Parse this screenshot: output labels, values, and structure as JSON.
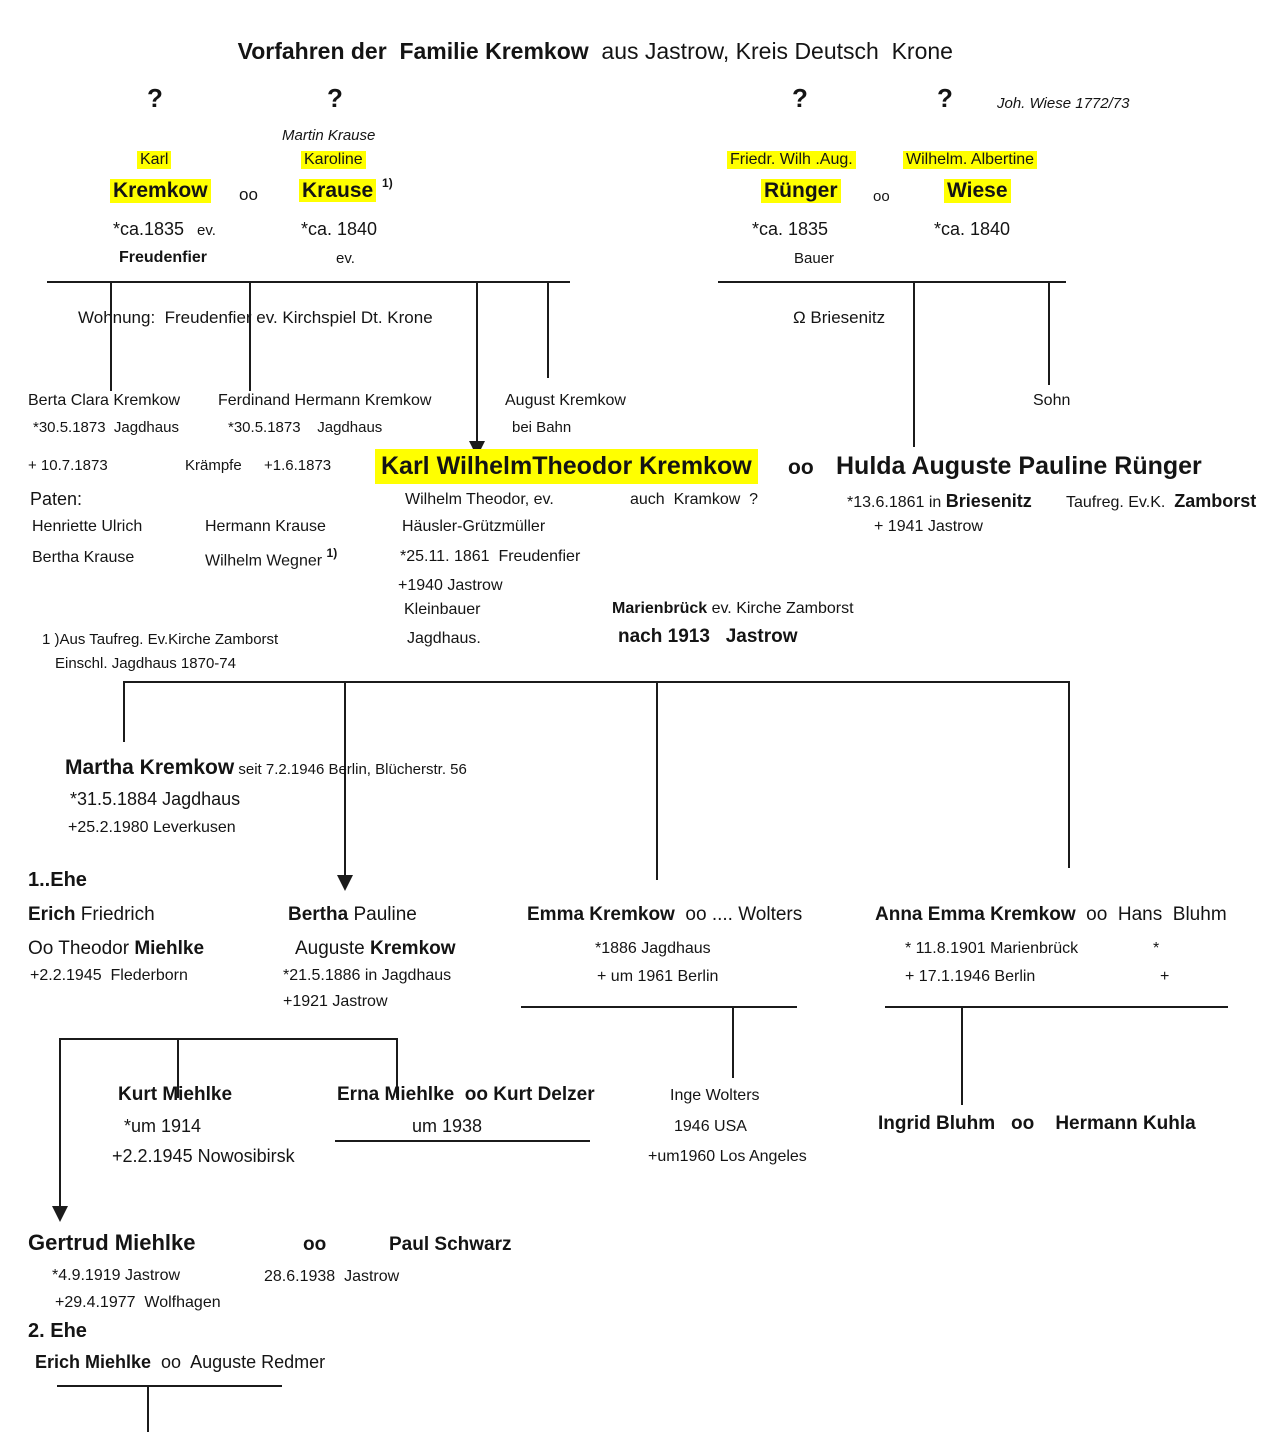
{
  "title": {
    "main": "Vorfahren der  Familie Kremkow",
    "suffix": "  aus Jastrow, Kreis Deutsch  Krone"
  },
  "left_family": {
    "unknown_father": "?",
    "unknown_mother": "?",
    "mother_note": "Martin Krause",
    "husband_given": "Karl",
    "husband_surname": "Kremkow",
    "oo": "oo",
    "wife_given": "Karoline",
    "wife_surname": "Krause",
    "footnote_ref": "1)",
    "husband_birth": "*ca.1835",
    "husband_rel": "ev.",
    "wife_birth": "*ca. 1840",
    "husband_place": "Freudenfier",
    "wife_rel": "ev.",
    "residence": "Wohnung:  Freudenfier ev. Kirchspiel Dt. Krone"
  },
  "right_family": {
    "unknown_father": "?",
    "unknown_mother": "?",
    "note": "Joh. Wiese 1772/73",
    "husband_given": "Friedr. Wilh .Aug.",
    "husband_surname": "Rünger",
    "oo": "oo",
    "wife_given": "Wilhelm. Albertine",
    "wife_surname": "Wiese",
    "husband_birth": "*ca. 1835",
    "wife_birth": "*ca. 1840",
    "husband_occupation": "Bauer",
    "residence": "Ω Briesenitz"
  },
  "children_row": {
    "berta_name": "Berta Clara Kremkow",
    "berta_birth": "*30.5.1873  Jagdhaus",
    "berta_death": "+ 10.7.1873",
    "ferdinand_name": "Ferdinand Hermann Kremkow",
    "ferdinand_birth": "*30.5.1873    Jagdhaus",
    "ferdinand_cause": "Krämpfe",
    "ferdinand_death": "+1.6.1873",
    "august_name": "August Kremkow",
    "august_note": "bei Bahn",
    "sohn": "Sohn"
  },
  "marriage": {
    "husband": "Karl WilhelmTheodor Kremkow",
    "oo": "oo",
    "wife": "Hulda Auguste Pauline Rünger"
  },
  "karl_details": {
    "line1": "Wilhelm Theodor, ev.",
    "alias": "auch  Kramkow  ?",
    "line2": "Häusler-Grützmüller",
    "birth": "*25.11. 1861  Freudenfier",
    "death": "+1940 Jastrow",
    "occupation": "Kleinbauer",
    "place": "Jagdhaus."
  },
  "hulda_details": {
    "birth_prefix": "*13.6.1861 in ",
    "birth_place": "Briesenitz",
    "taufreg_prefix": "Taufreg. Ev.K.  ",
    "taufreg_place": "Zamborst",
    "death": "+ 1941 Jastrow",
    "marienbrueck": "Marienbrück",
    "marienbrueck_rest": " ev. Kirche Zamborst",
    "nach": "nach 1913   Jastrow"
  },
  "paten": {
    "label": "Paten:",
    "p1": "Henriette Ulrich",
    "p2": "Hermann Krause",
    "p3": "Bertha Krause",
    "p4": "Wilhelm Wegner",
    "p4_ref": "1)"
  },
  "footnote": {
    "line1": "1 )Aus Taufreg. Ev.Kirche Zamborst",
    "line2": "Einschl. Jagdhaus 1870-74"
  },
  "martha": {
    "name": "Martha Kremkow",
    "since": " seit 7.2.1946 Berlin, Blücherstr. 56",
    "birth": "*31.5.1884 Jagdhaus",
    "death": "+25.2.1980 Leverkusen"
  },
  "gen2": {
    "ehe1": "1..Ehe",
    "erich_bold": "Erich",
    "erich_rest": " Friedrich",
    "erich_oo": "Oo Theodor ",
    "erich_spouse": "Miehlke",
    "erich_death": "+2.2.1945  Flederborn",
    "bertha_bold": "Bertha",
    "bertha_rest": " Pauline",
    "bertha2": "Auguste ",
    "bertha2_bold": "Kremkow",
    "bertha_birth": "*21.5.1886 in Jagdhaus",
    "bertha_death": "+1921 Jastrow",
    "emma_bold": "Emma Kremkow",
    "emma_rest": "  oo .... Wolters",
    "emma_birth": "*1886 Jagdhaus",
    "emma_death": "+ um 1961 Berlin",
    "anna_bold": "Anna Emma Kremkow",
    "anna_rest": "  oo  Hans  Bluhm",
    "anna_birth": "* 11.8.1901 Marienbrück",
    "anna_star": "*",
    "anna_death": "+ 17.1.1946 Berlin",
    "anna_plus": "+"
  },
  "gen3": {
    "kurt_name": "Kurt Miehlke",
    "kurt_birth": "*um 1914",
    "kurt_death": "+2.2.1945 Nowosibirsk",
    "erna_name": "Erna Miehlke  oo Kurt Delzer",
    "erna_marriage": "um 1938",
    "inge_name": "Inge Wolters",
    "inge_birth": "1946 USA",
    "inge_death": "+um1960 Los Angeles",
    "ingrid": "Ingrid Bluhm   oo    Hermann Kuhla"
  },
  "gen4": {
    "gertrud": "Gertrud Miehlke",
    "oo": "oo",
    "paul": "Paul Schwarz",
    "gertrud_birth": "*4.9.1919 Jastrow",
    "marriage_date": "28.6.1938  Jastrow",
    "gertrud_death": "+29.4.1977  Wolfhagen",
    "ehe2": "2. Ehe",
    "erich2": "Erich Miehlke",
    "erich2_rest": "  oo  Auguste Redmer"
  }
}
